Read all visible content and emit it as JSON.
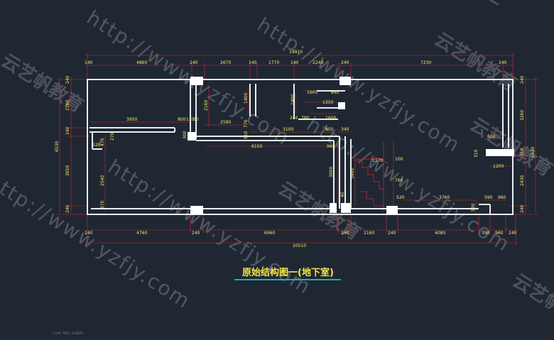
{
  "title": "原始结构图一(地下室)",
  "footer_text": "LIGHT MODE ACADEMY",
  "watermark": {
    "url": "http://www.yzfjy.com",
    "brand": "云艺帆教育"
  },
  "dimensions": {
    "top_total": "19910",
    "top_segments": [
      "140",
      "4860",
      "240",
      "2670",
      "140",
      "1770",
      "140",
      "2240",
      "240",
      "7230",
      "240"
    ],
    "bottom_total": "20510",
    "bottom_segments": [
      "240",
      "4760",
      "240",
      "6960",
      "240",
      "2160",
      "240",
      "4080",
      "390",
      "960",
      "240"
    ],
    "left_segments": [
      "240",
      "2160",
      "240",
      "3650",
      "240"
    ],
    "left_total": "6530",
    "right_segments": [
      "240",
      "3260",
      "310",
      "2430",
      "240"
    ],
    "right_total": "6530",
    "interior": [
      "3950",
      "800",
      "110",
      "60",
      "2590",
      "3100",
      "950",
      "340",
      "6150",
      "960",
      "1600",
      "640",
      "1350",
      "240",
      "780",
      "1600",
      "1400",
      "2160",
      "1400",
      "770",
      "300",
      "910",
      "520",
      "470",
      "270",
      "2540",
      "370",
      "3000",
      "3490",
      "40",
      "1170",
      "100",
      "760",
      "520",
      "3760",
      "590",
      "960",
      "530",
      "310",
      "1200",
      "600"
    ]
  }
}
